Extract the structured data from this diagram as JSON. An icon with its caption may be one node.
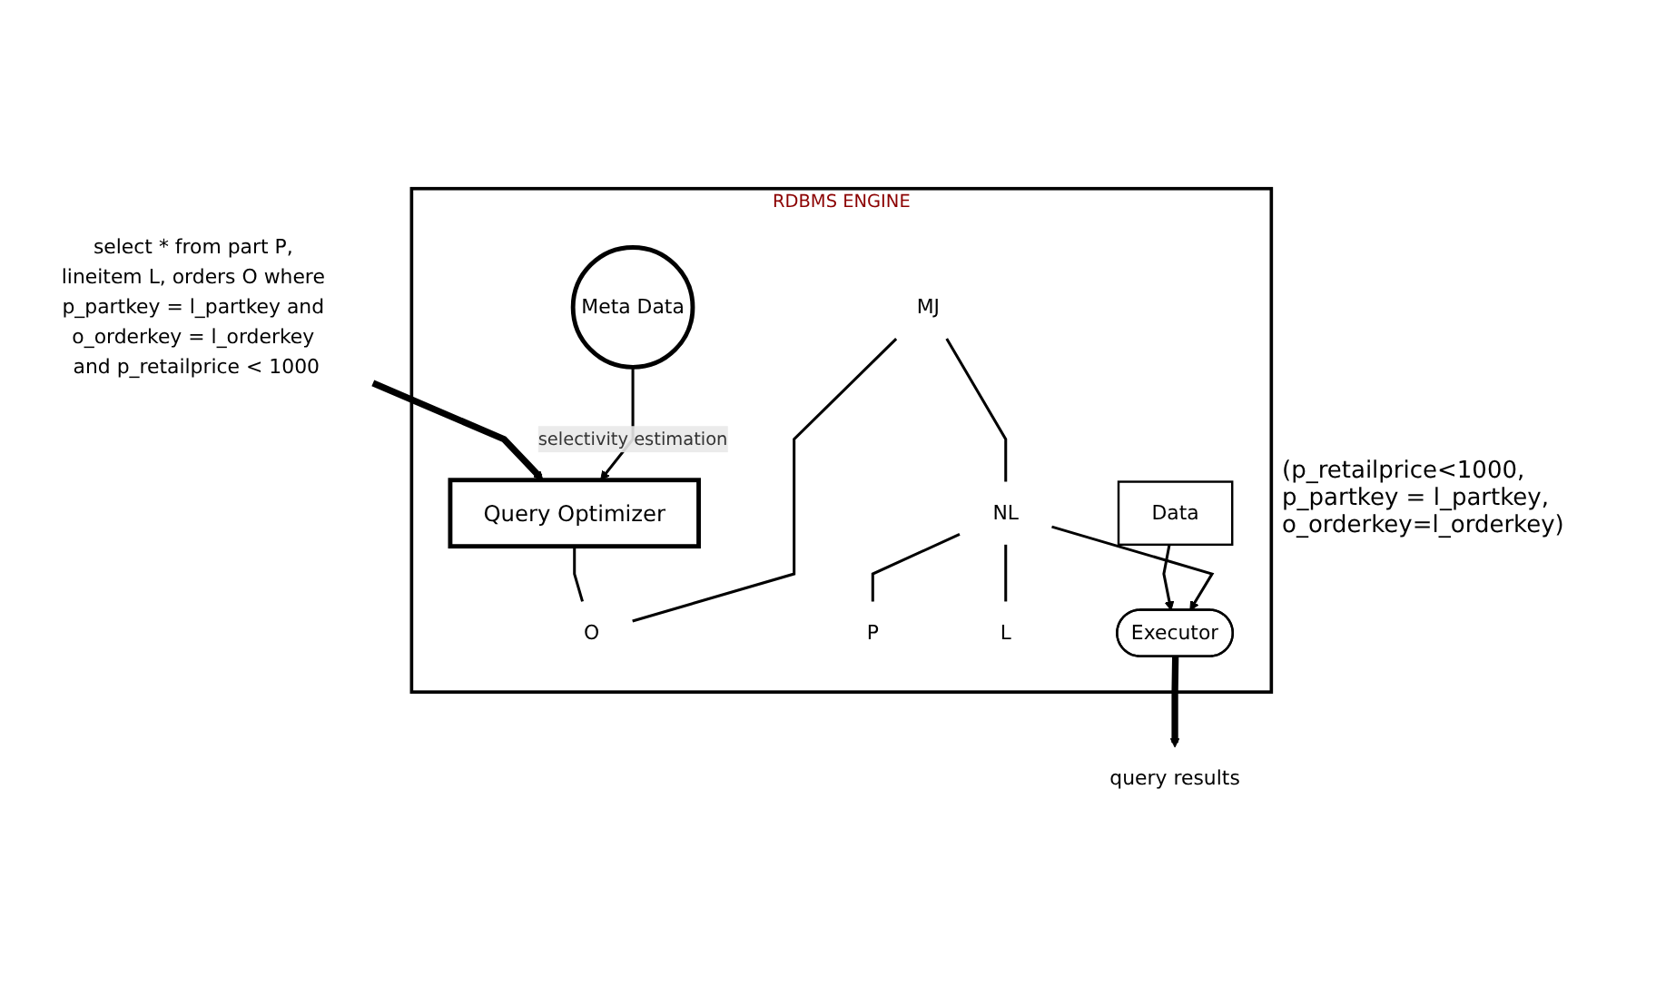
{
  "diagram": {
    "nodes": [
      {
        "text": [
          "RDBMS ENGINE"
        ]
      },
      {
        "text": [
          "MJ"
        ],
        "in": 0
      },
      {
        "text": [
          "O"
        ],
        "in": 0
      },
      {
        "text": [
          "NL"
        ],
        "in": 0
      },
      {
        "text": [
          "P"
        ],
        "in": 0
      },
      {
        "text": [
          "L"
        ],
        "in": 0
      },
      {
        "text": [
          "Executor"
        ],
        "in": 0
      },
      {
        "text": [
          "query results"
        ]
      },
      {
        "text": [
          "Query Optimizer"
        ],
        "in": 0
      },
      {
        "text": [
          "Meta Data"
        ],
        "in": 0
      },
      {
        "text": [
          "Data"
        ],
        "in": 0
      },
      {
        "text": [
          "select * from part P, lineitem L, orders O where p_partkey = l_partkey and o_orderkey = l_orderkey and p_retailprice < 1000"
        ]
      }
    ],
    "edges": [
      {
        "from": 1,
        "to": 2,
        "arrow": "none"
      },
      {
        "from": 1,
        "to": 3,
        "arrow": "none"
      },
      {
        "from": 3,
        "to": 4,
        "arrow": "none"
      },
      {
        "from": 3,
        "to": 5,
        "arrow": "none"
      },
      {
        "from": 8,
        "to": 2,
        "arrow": "none"
      },
      {
        "from": 3,
        "to": 6,
        "arrow": "to"
      },
      {
        "from": 6,
        "to": 7,
        "arrow": "to",
        "style": "thick"
      },
      {
        "from": 10,
        "to": 6,
        "arrow": "to"
      },
      {
        "from": 9,
        "to": 8,
        "arrow": "to",
        "label": "selectivity estimation"
      },
      {
        "from": 11,
        "to": 8,
        "arrow": "to",
        "style": "thick"
      }
    ],
    "labels": [
      "(p_retailprice<1000, p_partkey = l_partkey, o_orderkey=l_orderkey)"
    ]
  }
}
